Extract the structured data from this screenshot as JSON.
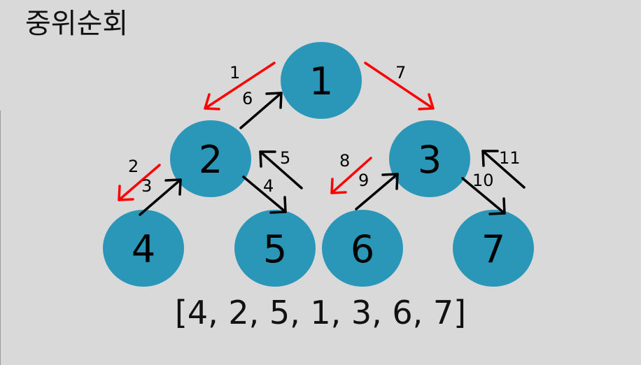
{
  "title": "중위순회",
  "colors": {
    "background": "#d9d9d9",
    "node": "#2b97b8",
    "arrow_down": "#ff0000",
    "arrow_up": "#000000"
  },
  "nodes": [
    "1",
    "2",
    "3",
    "4",
    "5",
    "6",
    "7"
  ],
  "steps": [
    "1",
    "2",
    "3",
    "4",
    "5",
    "6",
    "7",
    "8",
    "9",
    "10",
    "11"
  ],
  "result": "[4, 2, 5, 1, 3, 6, 7]"
}
